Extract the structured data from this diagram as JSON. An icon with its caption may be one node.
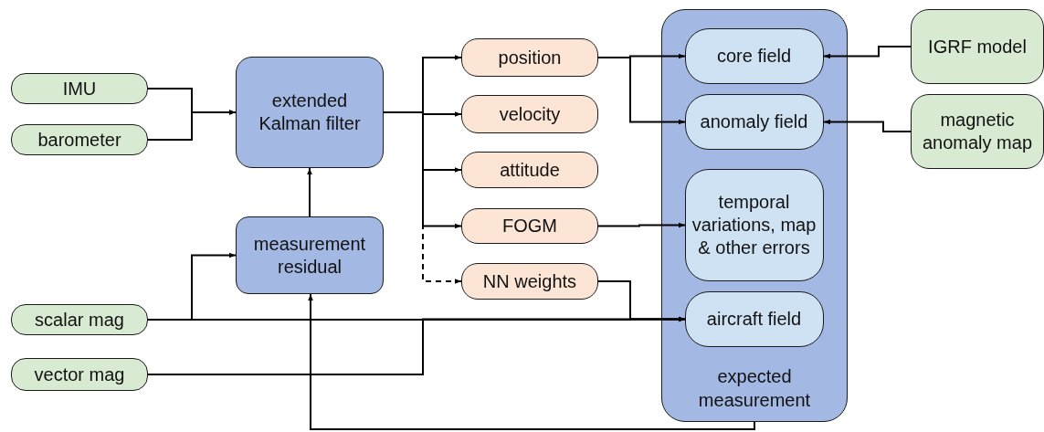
{
  "diagram": {
    "nodes": [
      {
        "text": [
          "IMU"
        ]
      },
      {
        "text": [
          "barometer"
        ]
      },
      {
        "text": [
          "extended Kalman filter"
        ]
      },
      {
        "text": [
          "measurement residual"
        ]
      },
      {
        "text": [
          "scalar mag"
        ]
      },
      {
        "text": [
          "vector mag"
        ]
      },
      {
        "text": [
          "position"
        ]
      },
      {
        "text": [
          "velocity"
        ]
      },
      {
        "text": [
          "attitude"
        ]
      },
      {
        "text": [
          "FOGM"
        ]
      },
      {
        "text": [
          "NN weights"
        ]
      },
      {
        "text": [
          "expected measurement"
        ]
      },
      {
        "text": [
          "core field"
        ],
        "in": 11
      },
      {
        "text": [
          "anomaly field"
        ],
        "in": 11
      },
      {
        "text": [
          "temporal variations, map & other errors"
        ],
        "in": 11
      },
      {
        "text": [
          "aircraft field"
        ],
        "in": 11
      },
      {
        "text": [
          "IGRF model"
        ]
      },
      {
        "text": [
          "magnetic anomaly map"
        ]
      }
    ],
    "edges": [
      {
        "from": 0,
        "to": 2,
        "arrow": "to"
      },
      {
        "from": 1,
        "to": 2,
        "arrow": "to"
      },
      {
        "from": 3,
        "to": 2,
        "arrow": "to"
      },
      {
        "from": 2,
        "to": 6,
        "arrow": "to"
      },
      {
        "from": 2,
        "to": 7,
        "arrow": "to"
      },
      {
        "from": 2,
        "to": 8,
        "arrow": "to"
      },
      {
        "from": 2,
        "to": 9,
        "arrow": "to"
      },
      {
        "from": 2,
        "to": 10,
        "arrow": "to",
        "style": "dashed"
      },
      {
        "from": 4,
        "to": 3,
        "arrow": "to"
      },
      {
        "from": 4,
        "to": 15,
        "arrow": "to"
      },
      {
        "from": 5,
        "to": 15,
        "arrow": "to"
      },
      {
        "from": 10,
        "to": 15,
        "arrow": "to"
      },
      {
        "from": 6,
        "to": 12,
        "arrow": "to"
      },
      {
        "from": 6,
        "to": 13,
        "arrow": "to"
      },
      {
        "from": 9,
        "to": 14,
        "arrow": "to"
      },
      {
        "from": 16,
        "to": 12,
        "arrow": "to"
      },
      {
        "from": 17,
        "to": 13,
        "arrow": "to"
      },
      {
        "from": 11,
        "to": 3,
        "arrow": "to"
      }
    ]
  }
}
